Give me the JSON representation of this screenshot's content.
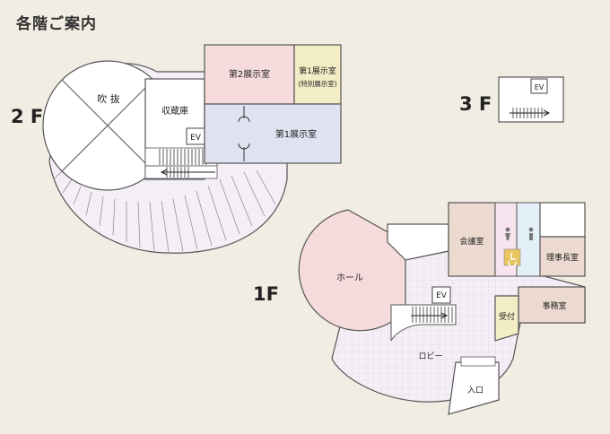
{
  "title": "各階ご案内",
  "floors": {
    "second": "2 F",
    "third": "3 F",
    "first": "1F"
  },
  "rooms_2f": {
    "atrium": "吹 抜",
    "storage": "収蔵庫",
    "gallery2": "第2展示室",
    "gallery1_special_line1": "第1展示室",
    "gallery1_special_line2": "(特別展示室)",
    "gallery1": "第1展示室",
    "ev": "EV"
  },
  "rooms_3f": {
    "ev": "EV"
  },
  "rooms_1f": {
    "hall": "ホール",
    "meeting": "会議室",
    "director": "理事長室",
    "office": "事務室",
    "reception": "受付",
    "lobby": "ロビー",
    "entrance": "入口",
    "ev": "EV"
  },
  "colors": {
    "background": "#f2ede2",
    "pink_room": "#f6dbdc",
    "yellow_room": "#f3edc6",
    "blue_room": "#dfe3f1",
    "tan_room": "#ecdad0",
    "lilac_floor": "#f4eef6",
    "light_pink_wc": "#f8e4ef",
    "light_blue_wc": "#e4f0f8"
  }
}
